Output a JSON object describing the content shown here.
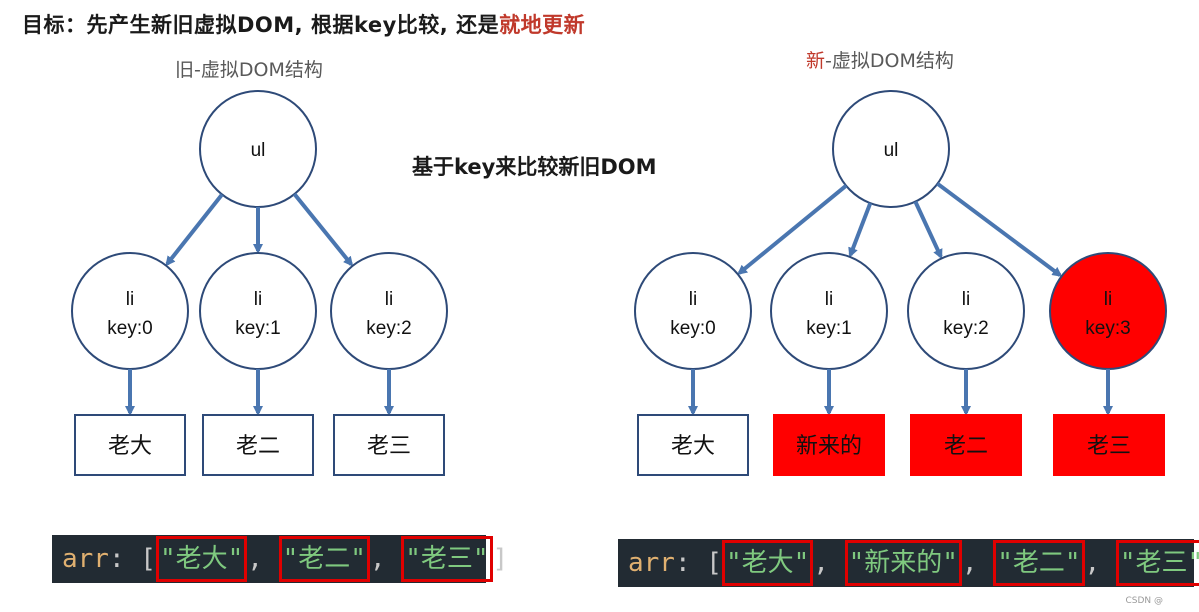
{
  "title": {
    "prefix": "目标：先产生新旧虚拟DOM, 根据key比较, 还是",
    "highlight": "就地更新"
  },
  "middle_label": "基于key来比较新旧DOM",
  "old_tree": {
    "heading": "旧-虚拟DOM结构",
    "root": "ul",
    "children": [
      {
        "tag": "li",
        "key": "key:0",
        "text": "老大"
      },
      {
        "tag": "li",
        "key": "key:1",
        "text": "老二"
      },
      {
        "tag": "li",
        "key": "key:2",
        "text": "老三"
      }
    ],
    "code": {
      "name": "arr",
      "colon": ":",
      "items": [
        "\"老大\"",
        "\"老二\"",
        "\"老三\""
      ]
    }
  },
  "new_tree": {
    "heading_new": "新",
    "heading_rest": "-虚拟DOM结构",
    "root": "ul",
    "children": [
      {
        "tag": "li",
        "key": "key:0",
        "text": "老大"
      },
      {
        "tag": "li",
        "key": "key:1",
        "text": "新来的"
      },
      {
        "tag": "li",
        "key": "key:2",
        "text": "老二"
      },
      {
        "tag": "li",
        "key": "key:3",
        "text": "老三"
      }
    ],
    "code": {
      "name": "arr",
      "colon": ":",
      "items": [
        "\"老大\"",
        "\"新来的\"",
        "\"老二\"",
        "\"老三\""
      ]
    }
  },
  "colors": {
    "node_stroke": "#2e4a78",
    "arrow": "#4a76b0",
    "changed_fill": "#ff0000",
    "changed_node_fill": "#ff0000"
  },
  "watermark": "CSDN @"
}
